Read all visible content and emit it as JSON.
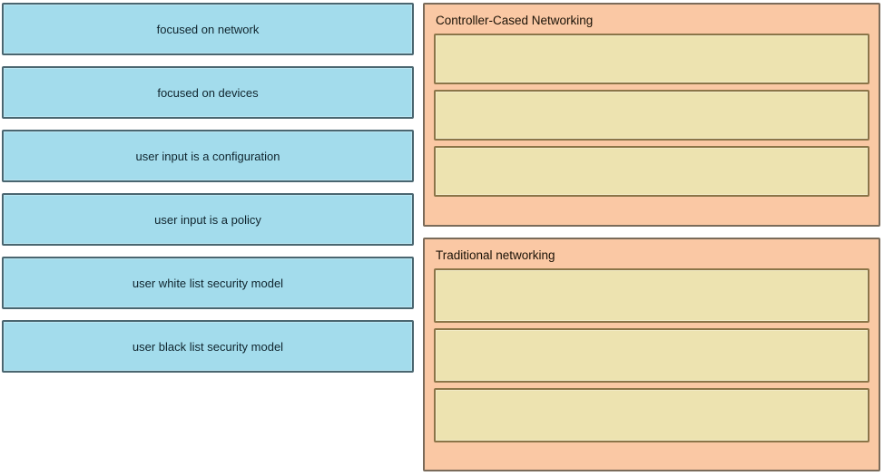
{
  "exercise": {
    "type": "drag-and-drop-matching",
    "background_color": "#ffffff"
  },
  "source_panel": {
    "name": "draggable-options",
    "item_fill_color": "#a3dcec",
    "item_border_color": "#4a6670",
    "items": [
      {
        "label": "focused on network"
      },
      {
        "label": "focused on devices"
      },
      {
        "label": "user input is a configuration"
      },
      {
        "label": "user input is a policy"
      },
      {
        "label": "user white list security model"
      },
      {
        "label": "user black list security model"
      }
    ]
  },
  "target_panels": [
    {
      "id": "controller",
      "title": "Controller-Cased Networking",
      "panel_color": "#fac8a4",
      "dropzone_color": "#ede3b0",
      "dropzone_border_color": "#8b7548",
      "dropzones": [
        {
          "label": ""
        },
        {
          "label": ""
        },
        {
          "label": ""
        }
      ]
    },
    {
      "id": "traditional",
      "title": "Traditional networking",
      "panel_color": "#fac8a4",
      "dropzone_color": "#ede3b0",
      "dropzone_border_color": "#8b7548",
      "dropzones": [
        {
          "label": ""
        },
        {
          "label": ""
        },
        {
          "label": ""
        }
      ]
    }
  ]
}
